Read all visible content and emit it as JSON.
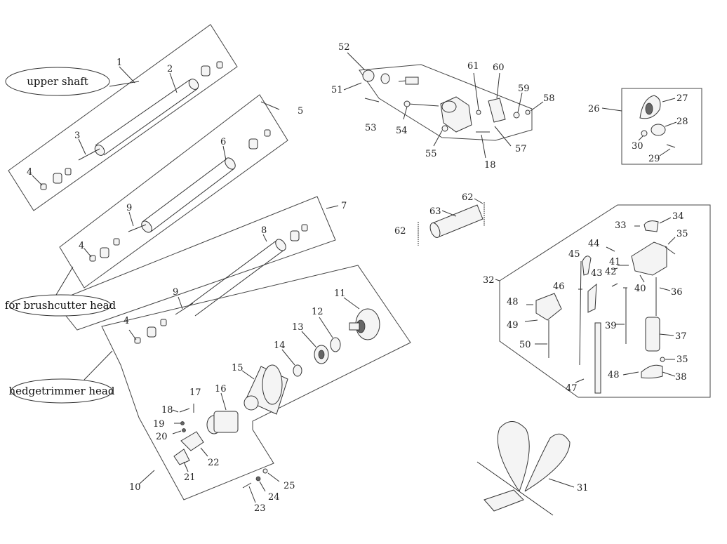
{
  "labels": {
    "upper_shaft": "upper shaft",
    "brushcutter": "for brushcutter head",
    "hedgetrimmer": "hedgetrimmer head"
  },
  "callouts": {
    "n1": "1",
    "n2": "2",
    "n3": "3",
    "n4a": "4",
    "n5": "5",
    "n6": "6",
    "n7": "7",
    "n8": "8",
    "n9a": "9",
    "n4b": "4",
    "n9b": "9",
    "n4c": "4",
    "n10": "10",
    "n11": "11",
    "n12": "12",
    "n13": "13",
    "n14": "14",
    "n15": "15",
    "n16": "16",
    "n17": "17",
    "n18a": "18",
    "n19": "19",
    "n20": "20",
    "n21": "21",
    "n22": "22",
    "n23": "23",
    "n24": "24",
    "n25": "25",
    "n26": "26",
    "n27": "27",
    "n28": "28",
    "n29": "29",
    "n30": "30",
    "n31": "31",
    "n32": "32",
    "n33": "33",
    "n34": "34",
    "n35a": "35",
    "n35b": "35",
    "n36": "36",
    "n37": "37",
    "n38": "38",
    "n39": "39",
    "n40": "40",
    "n41": "41",
    "n42": "42",
    "n43": "43",
    "n44": "44",
    "n45": "45",
    "n46": "46",
    "n47": "47",
    "n48a": "48",
    "n48b": "48",
    "n49": "49",
    "n50": "50",
    "n51": "51",
    "n52": "52",
    "n53": "53",
    "n54": "54",
    "n55": "55",
    "n57": "57",
    "n18b": "18",
    "n58": "58",
    "n59": "59",
    "n60": "60",
    "n61": "61",
    "n62a": "62",
    "n62b": "62",
    "n63": "63"
  }
}
